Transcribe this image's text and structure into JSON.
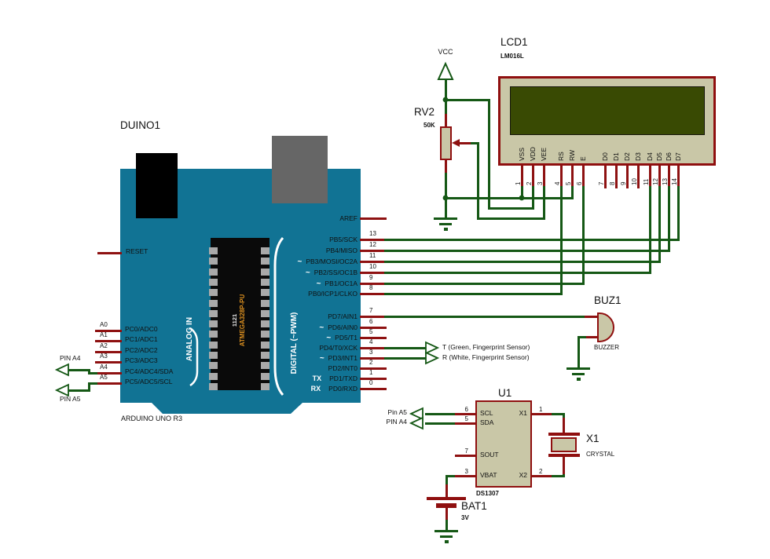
{
  "colors": {
    "wire": "#155815",
    "pin": "#8e1111",
    "outline": "#8f0f0f",
    "body": "#c9c7a7",
    "board": "#117394",
    "screen": "#394a03",
    "usb": "#000000",
    "power_jack": "#666666",
    "chip": "#0a0a0a",
    "pad": "#a9a9a9",
    "text": "#111111",
    "chip_text1": "#e8e8e8",
    "chip_text2": "#dc9020"
  },
  "arduino": {
    "ref": "DUINO1",
    "board_name": "ARDUINO UNO R3",
    "reset": "RESET",
    "aref": "AREF",
    "analog_group": "ANALOG IN",
    "digital_group": "DIGITAL (~PWM)",
    "chip": {
      "line1": "1121",
      "line2": "ATMEGA328P-PU"
    },
    "left_pins": [
      {
        "num": "A0",
        "label": "PC0/ADC0"
      },
      {
        "num": "A1",
        "label": "PC1/ADC1"
      },
      {
        "num": "A2",
        "label": "PC2/ADC2"
      },
      {
        "num": "A3",
        "label": "PC3/ADC3"
      },
      {
        "num": "A4",
        "label": "PC4/ADC4/SDA"
      },
      {
        "num": "A5",
        "label": "PC5/ADC5/SCL"
      }
    ],
    "right_pins": [
      {
        "num": "13",
        "label": "PB5/SCK",
        "pwm": "",
        "serial": ""
      },
      {
        "num": "12",
        "label": "PB4/MISO",
        "pwm": "",
        "serial": ""
      },
      {
        "num": "11",
        "label": "PB3/MOSI/OC2A",
        "pwm": "~",
        "serial": ""
      },
      {
        "num": "10",
        "label": "PB2/SS/OC1B",
        "pwm": "~",
        "serial": ""
      },
      {
        "num": "9",
        "label": "PB1/OC1A",
        "pwm": "~",
        "serial": ""
      },
      {
        "num": "8",
        "label": "PB0/ICP1/CLKO",
        "pwm": "",
        "serial": ""
      },
      {
        "num": "7",
        "label": "PD7/AIN1",
        "pwm": "",
        "serial": ""
      },
      {
        "num": "6",
        "label": "PD6/AIN0",
        "pwm": "~",
        "serial": ""
      },
      {
        "num": "5",
        "label": "PD5/T1",
        "pwm": "~",
        "serial": ""
      },
      {
        "num": "4",
        "label": "PD4/T0/XCK",
        "pwm": "",
        "serial": ""
      },
      {
        "num": "3",
        "label": "PD3/INT1",
        "pwm": "~",
        "serial": ""
      },
      {
        "num": "2",
        "label": "PD2/INT0",
        "pwm": "",
        "serial": ""
      },
      {
        "num": "1",
        "label": "PD1/TXD",
        "pwm": "",
        "serial": "TX"
      },
      {
        "num": "0",
        "label": "PD0/RXD",
        "pwm": "",
        "serial": "RX"
      }
    ]
  },
  "lcd": {
    "ref": "LCD1",
    "value": "LM016L",
    "pins": [
      {
        "num": "1",
        "name": "VSS"
      },
      {
        "num": "2",
        "name": "VDD"
      },
      {
        "num": "3",
        "name": "VEE"
      },
      {
        "num": "4",
        "name": "RS"
      },
      {
        "num": "5",
        "name": "RW"
      },
      {
        "num": "6",
        "name": "E"
      },
      {
        "num": "7",
        "name": "D0"
      },
      {
        "num": "8",
        "name": "D1"
      },
      {
        "num": "9",
        "name": "D2"
      },
      {
        "num": "10",
        "name": "D3"
      },
      {
        "num": "11",
        "name": "D4"
      },
      {
        "num": "12",
        "name": "D5"
      },
      {
        "num": "13",
        "name": "D6"
      },
      {
        "num": "14",
        "name": "D7"
      }
    ]
  },
  "pot": {
    "ref": "RV2",
    "value": "50K"
  },
  "vcc_label": "VCC",
  "buzzer": {
    "ref": "BUZ1",
    "type": "BUZZER"
  },
  "rtc": {
    "ref": "U1",
    "value": "DS1307",
    "left_pins": [
      {
        "num": "6",
        "name": "SCL"
      },
      {
        "num": "5",
        "name": "SDA"
      },
      {
        "num": "7",
        "name": "SOUT"
      },
      {
        "num": "3",
        "name": "VBAT"
      }
    ],
    "right_pins": [
      {
        "num": "1",
        "name": "X1"
      },
      {
        "num": "2",
        "name": "X2"
      }
    ]
  },
  "crystal": {
    "ref": "X1",
    "type": "CRYSTAL"
  },
  "battery": {
    "ref": "BAT1",
    "value": "3V"
  },
  "terminals": {
    "arduino_a4": "PIN A4",
    "arduino_a5": "PIN A5",
    "rtc_scl": "Pin A5",
    "rtc_sda": "PIN A4"
  },
  "annotations": {
    "fp_tx": "T (Green, Fingerprint Sensor)",
    "fp_rx": "R (White, Fingerprint Sensor)"
  }
}
